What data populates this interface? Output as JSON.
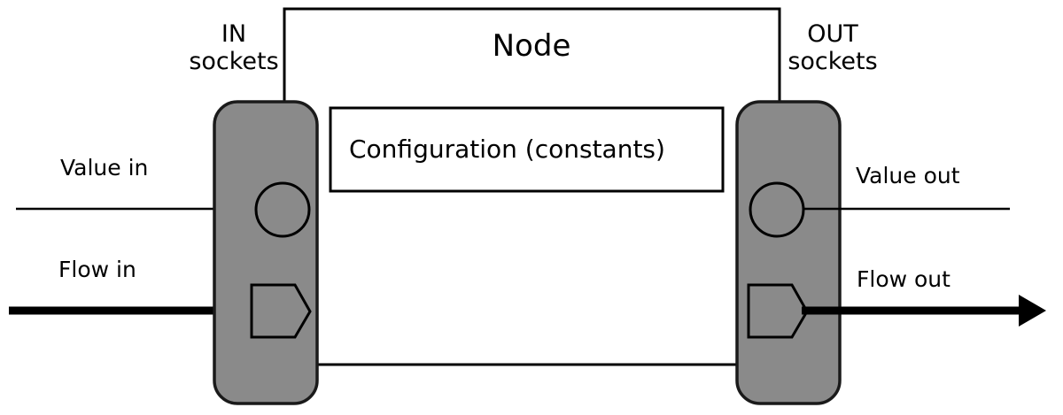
{
  "diagram": {
    "title": "Node",
    "in_sockets_label": "IN\nsockets",
    "in_sockets_line1": "IN",
    "in_sockets_line2": "sockets",
    "out_sockets_line1": "OUT",
    "out_sockets_line2": "sockets",
    "configuration_label": "Configuration (constants)",
    "ports": {
      "value_in": "Value in",
      "flow_in": "Flow in",
      "value_out": "Value out",
      "flow_out": "Flow out"
    },
    "icons": {
      "value_socket": "circle-socket-icon",
      "flow_socket": "pentagon-socket-icon",
      "flow_arrow": "arrow-right-icon"
    },
    "colors": {
      "background": "#ffffff",
      "socket_panel_fill": "#8a8a8a",
      "socket_panel_stroke": "#1a1a1a",
      "line": "#000000",
      "config_box_fill": "#ffffff"
    }
  }
}
